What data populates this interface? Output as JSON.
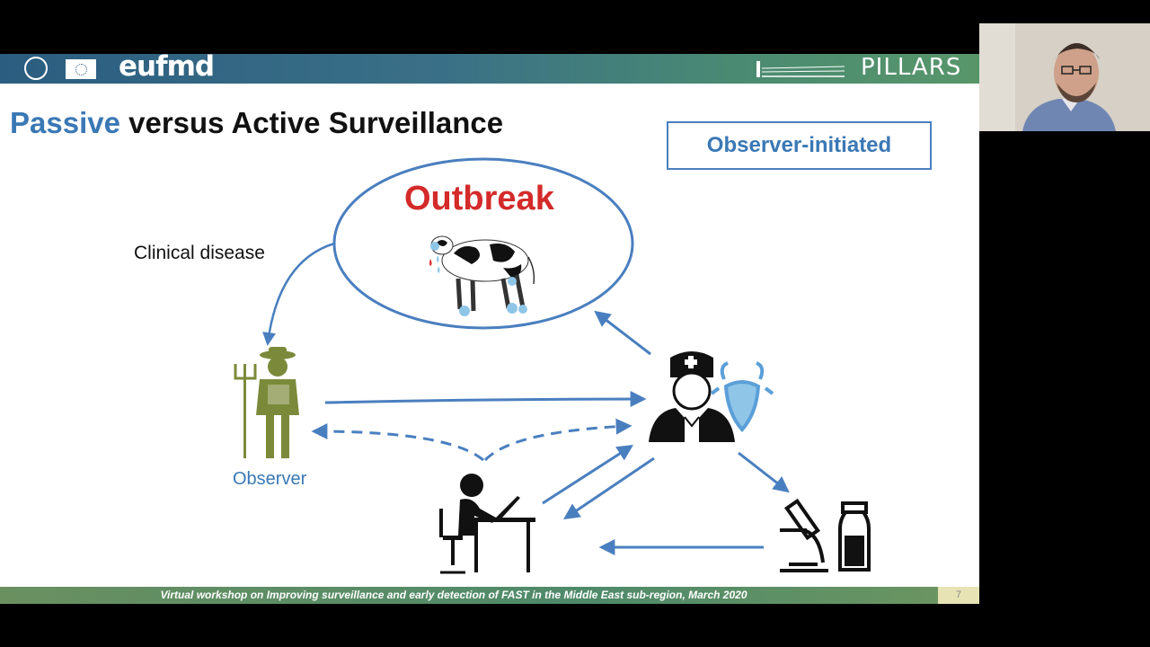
{
  "slide": {
    "title_accent": "Passive",
    "title_rest": " versus Active Surveillance",
    "mode_box": "Observer-initiated",
    "outbreak_label": "Outbreak",
    "clinical_label": "Clinical disease",
    "observer_label": "Observer",
    "footer": "Virtual workshop on Improving surveillance and early detection of FAST in the Middle East sub-region, March 2020",
    "page_number": "7"
  },
  "header": {
    "left_logo_text": "eufmd",
    "right_logo_text": "PILLARS"
  },
  "icons": [
    "fao-logo-icon",
    "eu-flag-icon",
    "cow-icon",
    "farmer-icon",
    "veterinarian-icon",
    "cattle-head-icon",
    "computer-user-icon",
    "microscope-icon",
    "sample-bottle-icon"
  ],
  "colors": {
    "accent_blue": "#3a78b5",
    "outbreak_red": "#d42a2a",
    "farmer_green": "#7b8a3a",
    "arrow_blue": "#4a7fbf"
  }
}
